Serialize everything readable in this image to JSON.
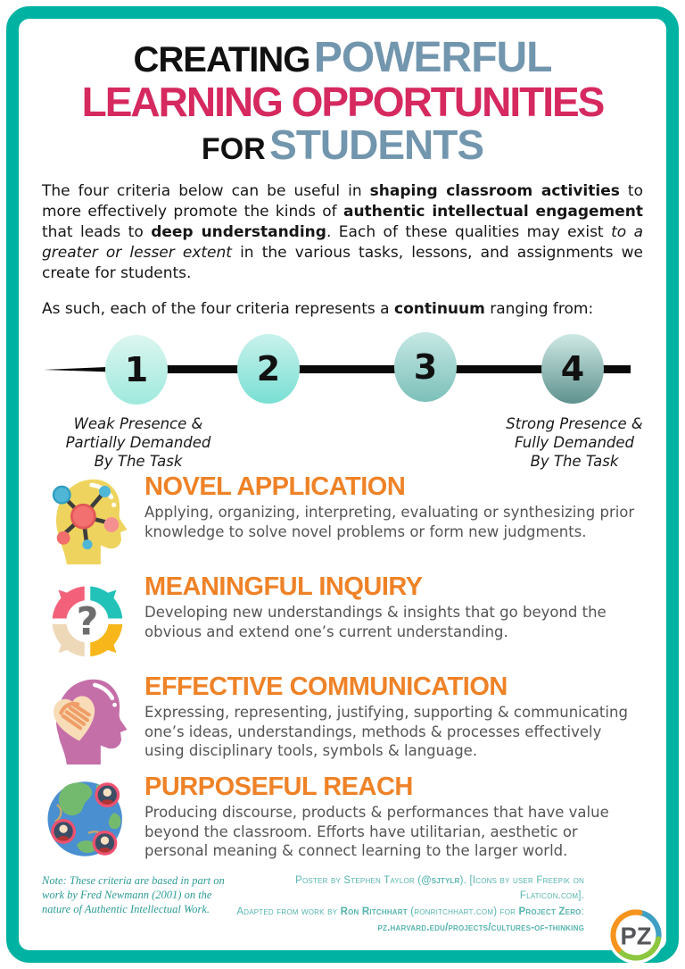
{
  "title": {
    "creating": "CREATING",
    "powerful": "POWERFUL",
    "learning_opportunities": "LEARNING OPPORTUNITIES",
    "for": "FOR",
    "students": "STUDENTS"
  },
  "intro": {
    "segments": [
      {
        "t": "The four criteria below can be useful in "
      },
      {
        "t": "shaping classroom activities",
        "b": true
      },
      {
        "t": " to more effectively promote the kinds of "
      },
      {
        "t": "authentic intellectual engagement",
        "b": true
      },
      {
        "t": " that leads to "
      },
      {
        "t": "deep understanding",
        "b": true
      },
      {
        "t": ". Each of these qualities may exist "
      },
      {
        "t": "to a greater or lesser extent",
        "i": true
      },
      {
        "t": " in the various tasks, lessons, and assignments we create for students."
      }
    ]
  },
  "continuum_lead": {
    "segments": [
      {
        "t": "As such, each of the four criteria represents a "
      },
      {
        "t": "continuum",
        "b": true
      },
      {
        "t": " ranging from:"
      }
    ]
  },
  "continuum": {
    "points": [
      "1",
      "2",
      "3",
      "4"
    ],
    "left_label": "Weak Presence &\nPartially Demanded\nBy The Task",
    "right_label": "Strong Presence &\nFully Demanded\nBy The Task"
  },
  "criteria": [
    {
      "icon": "head-network-icon",
      "title": "NOVEL APPLICATION",
      "description": "Applying, organizing, interpreting, evaluating or synthesizing prior knowledge to solve novel problems or form new judgments."
    },
    {
      "icon": "question-arrows-icon",
      "title": "MEANINGFUL INQUIRY",
      "description": "Developing new understandings & insights that go beyond the obvious and extend one’s current understanding."
    },
    {
      "icon": "heart-hand-head-icon",
      "title": "EFFECTIVE COMMUNICATION",
      "description": "Expressing, representing, justifying, supporting & communicating one’s ideas, understandings, methods & processes effectively using disciplinary tools, symbols & language."
    },
    {
      "icon": "globe-people-icon",
      "title": "PURPOSEFUL REACH",
      "description": "Producing discourse, products & performances that have value beyond the classroom. Efforts have utilitarian, aesthetic or personal meaning & connect learning to the larger world."
    }
  ],
  "footer": {
    "note": "Note: These criteria are based in part on work by Fred Newmann (2001) on the nature of Authentic Intellectual Work.",
    "credit_line1": {
      "segments": [
        {
          "t": "Poster by Stephen Taylor ("
        },
        {
          "t": "@sjtylr",
          "b": true
        },
        {
          "t": "). [Icons by user Freepik on Flaticon.com]."
        }
      ]
    },
    "credit_line2": {
      "segments": [
        {
          "t": "Adapted from work by "
        },
        {
          "t": "Ron Ritchhart",
          "b": true
        },
        {
          "t": " (ronritchhart.com) for "
        },
        {
          "t": "Project Zero",
          "b": true
        },
        {
          "t": ":  "
        },
        {
          "t": "pz.harvard.edu/projects/cultures-of-thinking",
          "b": true
        }
      ]
    },
    "logo_text": "PZ"
  },
  "colors": {
    "frame_teal": "#00b2a1",
    "title_blue": "#7296ae",
    "title_pink": "#d5295f",
    "heading_orange": "#ef8227",
    "body_text": "#161616",
    "description_gray": "#555557",
    "footer_teal": "#2d9c96",
    "continuum_light": "#d8f5ef",
    "continuum_dark": "#5e928e"
  }
}
